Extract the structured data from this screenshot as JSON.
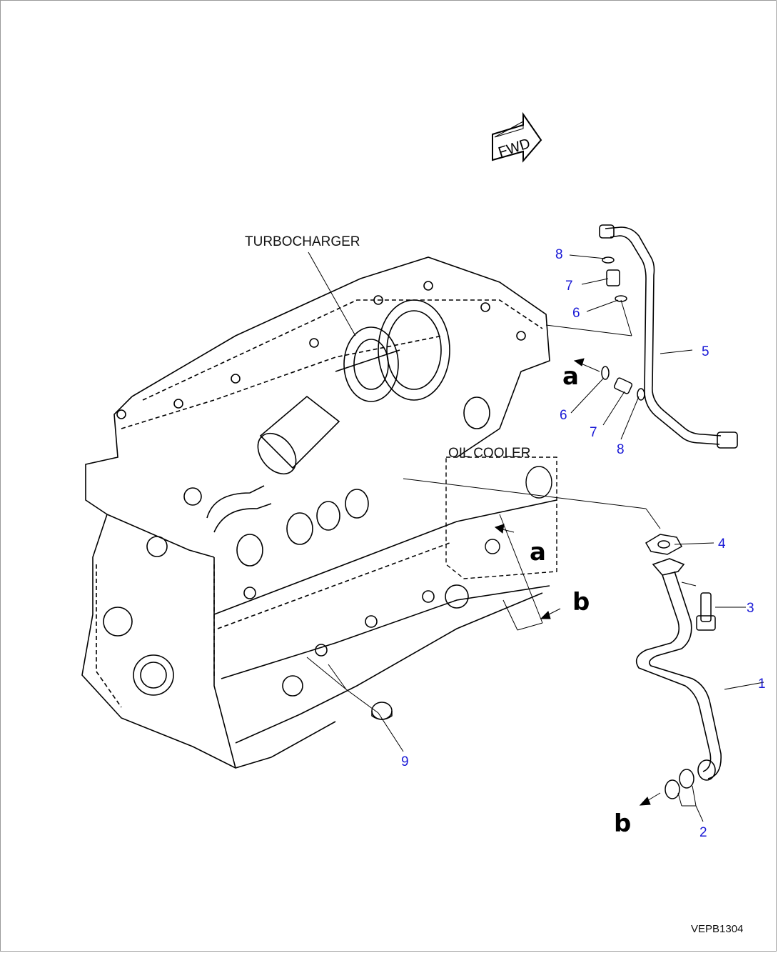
{
  "fwd_label": "FWD",
  "labels": {
    "turbocharger": "TURBOCHARGER",
    "oil_cooler": "OIL COOLER"
  },
  "callouts": {
    "n1": "1",
    "n2": "2",
    "n3": "3",
    "n4": "4",
    "n5": "5",
    "n6a": "6",
    "n6b": "6",
    "n7a": "7",
    "n7b": "7",
    "n8a": "8",
    "n8b": "8",
    "n9": "9"
  },
  "refs": {
    "a1": "a",
    "a2": "a",
    "b1": "b",
    "b2": "b"
  },
  "drawing_code": "VEPB1304",
  "colors": {
    "callout": "#1a1ad6",
    "line": "#000000",
    "frame": "#9a9a9a"
  }
}
